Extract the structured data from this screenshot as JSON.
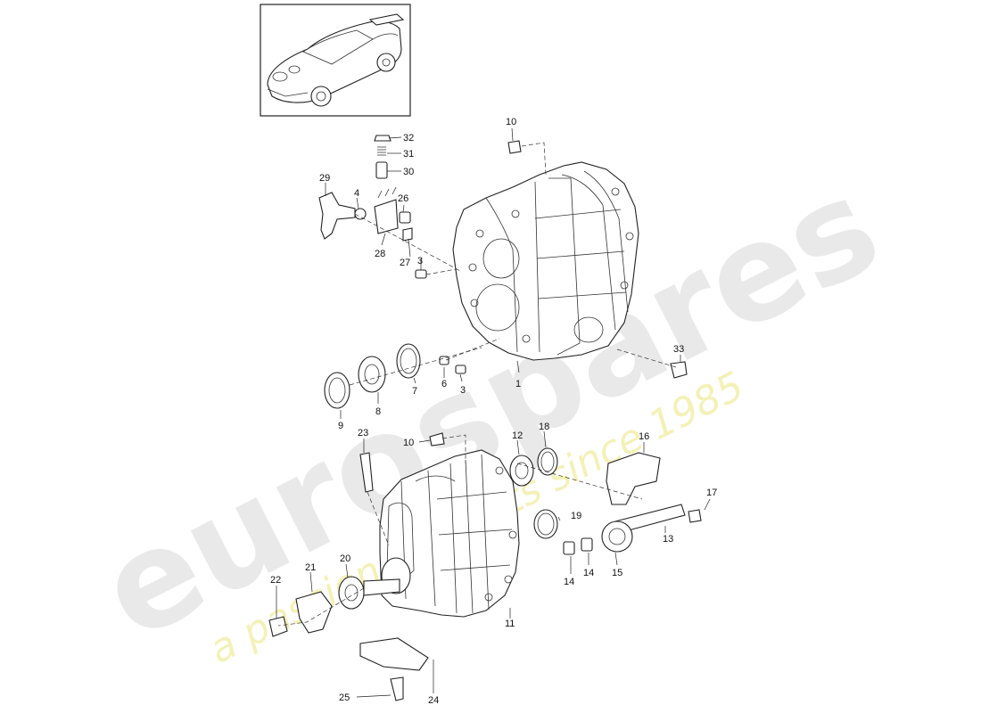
{
  "watermark": {
    "brand": "eurospares",
    "tagline": "a passion for parts since 1985"
  },
  "callouts": [
    {
      "id": "c1",
      "text": "1"
    },
    {
      "id": "c3a",
      "text": "3"
    },
    {
      "id": "c3b",
      "text": "3"
    },
    {
      "id": "c4",
      "text": "4"
    },
    {
      "id": "c6",
      "text": "6"
    },
    {
      "id": "c7",
      "text": "7"
    },
    {
      "id": "c8",
      "text": "8"
    },
    {
      "id": "c9",
      "text": "9"
    },
    {
      "id": "c10a",
      "text": "10"
    },
    {
      "id": "c10b",
      "text": "10"
    },
    {
      "id": "c11",
      "text": "11"
    },
    {
      "id": "c12",
      "text": "12"
    },
    {
      "id": "c13",
      "text": "13"
    },
    {
      "id": "c14a",
      "text": "14"
    },
    {
      "id": "c14b",
      "text": "14"
    },
    {
      "id": "c15",
      "text": "15"
    },
    {
      "id": "c16",
      "text": "16"
    },
    {
      "id": "c17",
      "text": "17"
    },
    {
      "id": "c18",
      "text": "18"
    },
    {
      "id": "c19",
      "text": "19"
    },
    {
      "id": "c20",
      "text": "20"
    },
    {
      "id": "c21",
      "text": "21"
    },
    {
      "id": "c22",
      "text": "22"
    },
    {
      "id": "c23",
      "text": "23"
    },
    {
      "id": "c24",
      "text": "24"
    },
    {
      "id": "c25",
      "text": "25"
    },
    {
      "id": "c26",
      "text": "26"
    },
    {
      "id": "c27",
      "text": "27"
    },
    {
      "id": "c28",
      "text": "28"
    },
    {
      "id": "c29",
      "text": "29"
    },
    {
      "id": "c30",
      "text": "30"
    },
    {
      "id": "c31",
      "text": "31"
    },
    {
      "id": "c32",
      "text": "32"
    },
    {
      "id": "c33",
      "text": "33"
    }
  ]
}
